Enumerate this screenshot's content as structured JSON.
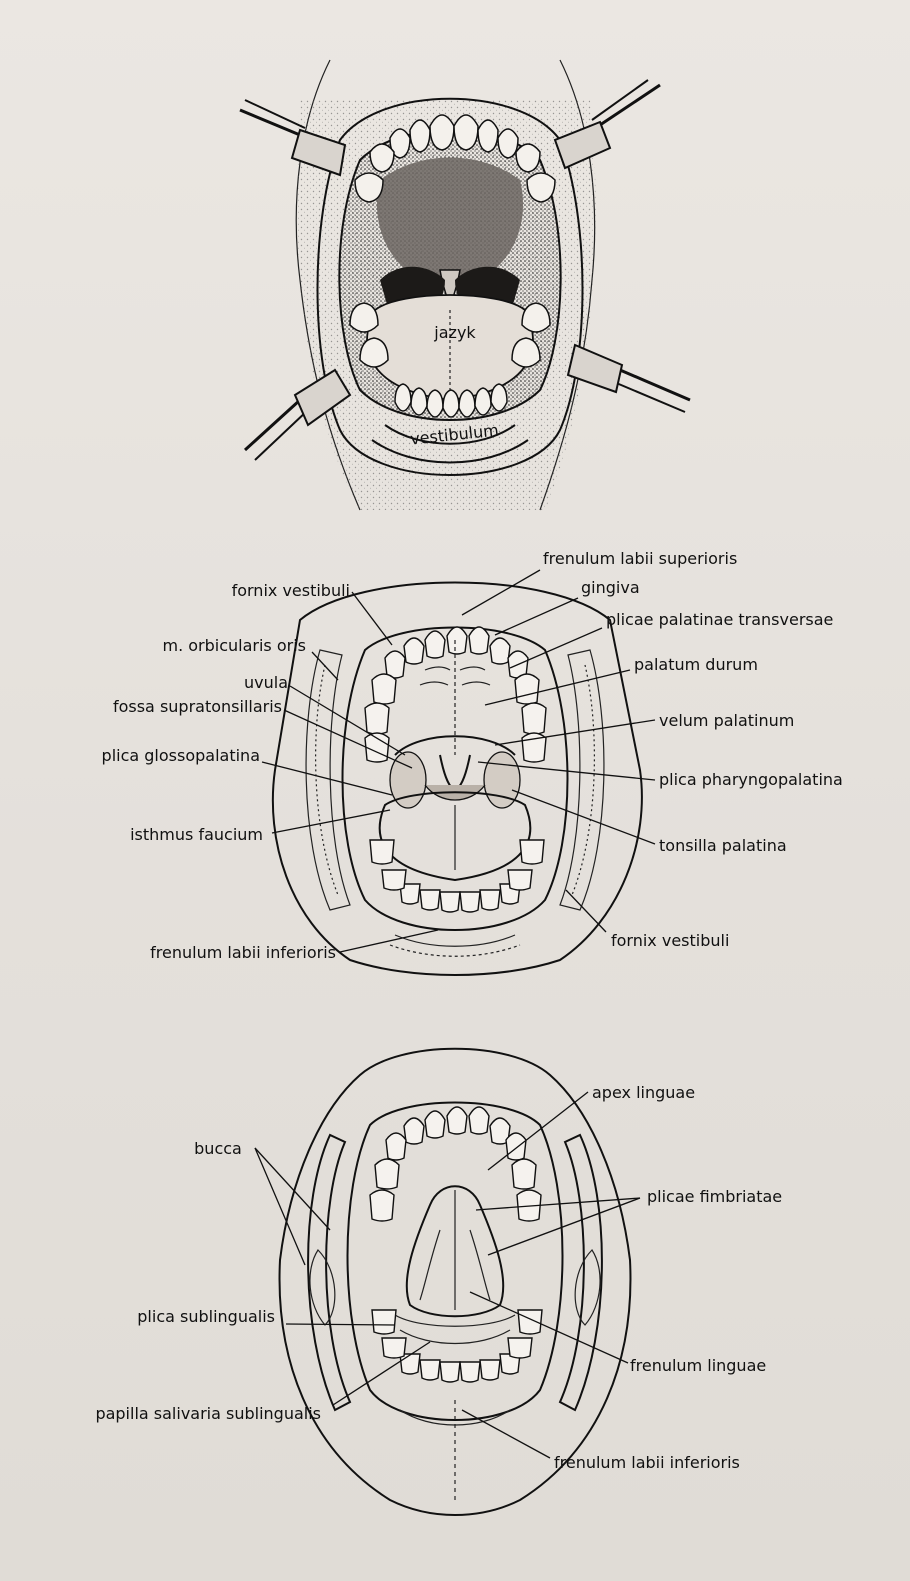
{
  "figure1": {
    "tongue_label": "jazyk",
    "vestibule_label": "vestibulum"
  },
  "figure2": {
    "labels": {
      "frenulum_labii_superioris": "frenulum labii superioris",
      "gingiva": "gingiva",
      "plicae_palatinae_transversae": "plicae palatinae transversae",
      "palatum_durum": "palatum durum",
      "velum_palatinum": "velum palatinum",
      "plica_pharyngopalatina": "plica pharyngopalatina",
      "tonsilla_palatina": "tonsilla palatina",
      "fornix_vestibuli_right": "fornix vestibuli",
      "fornix_vestibuli_left": "fornix vestibuli",
      "m_orbicularis_oris": "m. orbicularis oris",
      "uvula": "uvula",
      "fossa_supratonsillaris": "fossa supratonsillaris",
      "plica_glossopalatina": "plica glossopalatina",
      "isthmus_faucium": "isthmus faucium",
      "frenulum_labii_inferioris": "frenulum labii inferioris"
    }
  },
  "figure3": {
    "labels": {
      "apex_linguae": "apex linguae",
      "bucca": "bucca",
      "plicae_fimbriatae": "plicae fimbriatae",
      "plica_sublingualis": "plica sublingualis",
      "frenulum_linguae": "frenulum linguae",
      "papilla_salivaria_sublingualis": "papilla salivaria sublingualis",
      "frenulum_labii_inferioris": "frenulum labii inferioris"
    }
  }
}
